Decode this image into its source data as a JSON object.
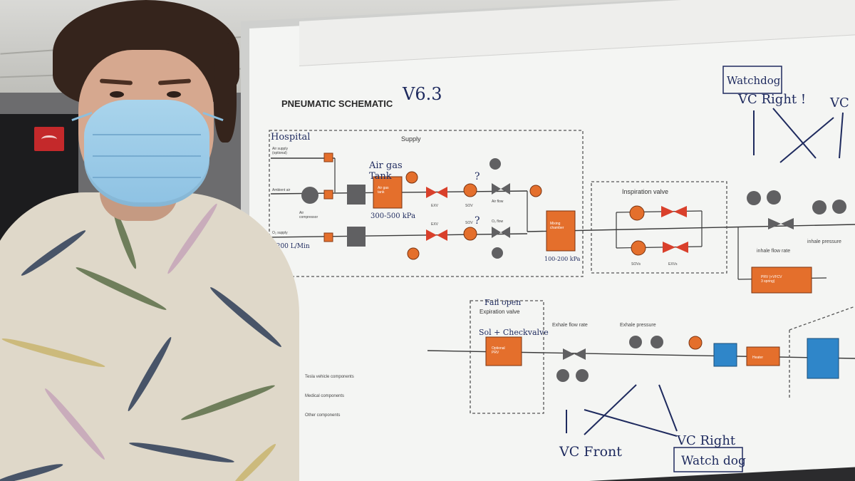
{
  "scene": {
    "description_labels": {
      "board_title": "PNEUMATIC SCHEMATIC",
      "version": "V6.3"
    }
  },
  "schematic": {
    "supply_label": "Supply",
    "hospital_label": "Hospital",
    "air_supply_label": "Air supply\n(optional)",
    "ambient_air_label": "Ambient air",
    "air_compressor_label": "Air\ncompressor",
    "o2_supply_label": "O₂ supply",
    "o2_supply_rate": "6200 L/Min",
    "air_gas_tank_note": "Air gas\nTank",
    "tank_label": "Air gas\ntank",
    "tank_pressure": "300-500 kPa",
    "exv_label": "EXV",
    "sov_label": "SOV",
    "air_flow_label": "Air flow",
    "o2_flow_label": "O₂ flow",
    "question_mark": "?",
    "mixing_chamber_label": "Mixing\nchamber",
    "mixing_pressure": "100-200 kPa",
    "inspiration_valve_label": "Inspiration valve",
    "sovs_label": "SOVs",
    "exvs_label": "EXVs",
    "inhale_flow_label": "inhale flow rate",
    "inhale_pressure_label": "inhale pressure",
    "prv_label": "PRV (+VFCV\n3 spring)",
    "expiration_valve_label": "Expiration valve",
    "fail_open_note": "Fail open",
    "sol_check_note": "Sol + Checkvalve",
    "optional_prv_label": "Optional\nPRV",
    "exhale_flow_label": "Exhale flow rate",
    "exhale_pressure_label": "Exhale pressure",
    "heater_label": "Heater",
    "legend": [
      {
        "label": "Tesla vehicle components",
        "color": "#e8712f"
      },
      {
        "label": "Medical components",
        "color": "#2f86c9"
      },
      {
        "label": "Other components",
        "color": "#606060"
      }
    ],
    "handwritten": {
      "watchdog_top": "Watchdog",
      "vc_right_top": "VC Right !",
      "vc_top": "VC",
      "vc_front": "VC Front",
      "vc_right_bottom": "VC Right",
      "watchdog_bottom": "Watch dog"
    }
  },
  "colors": {
    "orange": "#e46f2c",
    "red_valve": "#d9402b",
    "blue": "#2f86c9",
    "grey": "#606062",
    "ink": "#1e2a5e",
    "line": "#3a3a3a"
  }
}
